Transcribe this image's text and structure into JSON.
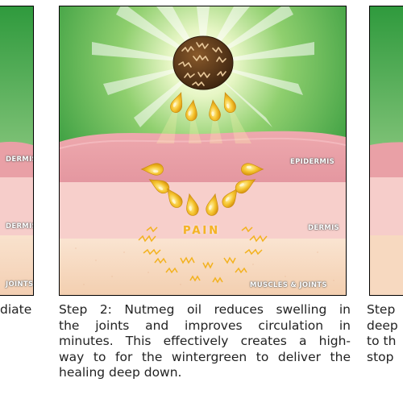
{
  "left_panel": {
    "labels": [
      "DERMIS",
      "DERMIS",
      "JOINTS"
    ],
    "caption_lines": [
      "diate"
    ]
  },
  "main_panel": {
    "labels": {
      "epidermis": "EPIDERMIS",
      "dermis": "DERMIS",
      "muscles_joints": "MUSCLES & JOINTS",
      "pain": "PAIN"
    },
    "caption_lines": [
      "Step 2: Nutmeg oil reduces swelling in",
      "the joints and improves circulation in",
      "minutes. This effectively creates a high-",
      "way to for the wintergreen to deliver the",
      "healing deep down."
    ],
    "icons": [
      "nutmeg-icon",
      "oil-drop-icon",
      "pain-zigzag-icon"
    ]
  },
  "right_panel": {
    "caption_lines": [
      "Step",
      "deep",
      "to th",
      "stop"
    ]
  },
  "colors": {
    "sky_green": "#2e9a3c",
    "glow": "#f4fbd8",
    "epidermis": "#e9a0a6",
    "dermis": "#f6cdca",
    "muscles": "#f7d9c0",
    "drop": "#f3b71f",
    "pain": "#f6b324"
  }
}
